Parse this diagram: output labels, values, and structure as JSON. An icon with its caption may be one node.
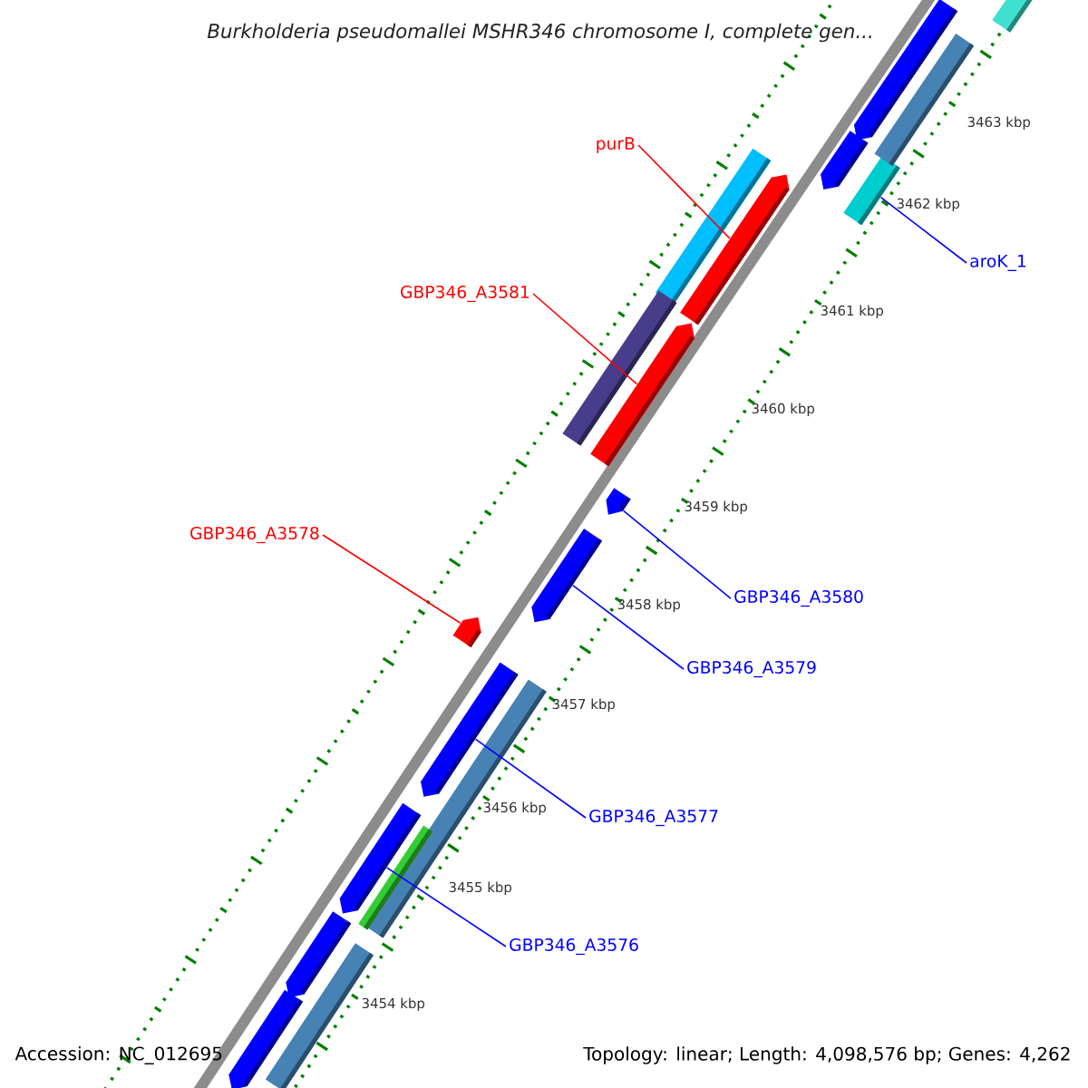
{
  "diagram": {
    "title": "Burkholderia pseudomallei MSHR346 chromosome I, complete gen...",
    "nodes": [
      {
        "text": [
          "purB"
        ]
      },
      {
        "text": [
          "GBP346_A3581"
        ]
      },
      {
        "text": [
          "GBP346_A3578"
        ]
      },
      {
        "text": [
          "aroK_1"
        ]
      },
      {
        "text": [
          "GBP346_A3580"
        ]
      },
      {
        "text": [
          "GBP346_A3579"
        ]
      },
      {
        "text": [
          "GBP346_A3577"
        ]
      },
      {
        "text": [
          "GBP346_A3576"
        ]
      },
      {
        "text": [],
        "shape": "pentagon"
      },
      {
        "text": [],
        "shape": "pentagon"
      },
      {
        "text": [],
        "shape": "pentagon"
      },
      {
        "text": [],
        "shape": "bar"
      },
      {
        "text": [],
        "shape": "pentagon"
      },
      {
        "text": [],
        "shape": "pentagon"
      },
      {
        "text": [],
        "shape": "pentagon"
      },
      {
        "text": [],
        "shape": "pentagon"
      },
      {
        "text": [],
        "shape": "bar"
      },
      {
        "text": [],
        "shape": "bar"
      },
      {
        "text": [],
        "shape": "bar"
      },
      {
        "text": [],
        "shape": "bar"
      },
      {
        "text": [],
        "shape": "bar"
      },
      {
        "text": [],
        "shape": "pentagon"
      },
      {
        "text": [],
        "shape": "pentagon"
      },
      {
        "text": [],
        "shape": "pentagon"
      },
      {
        "text": [],
        "shape": "pentagon"
      },
      {
        "text": [],
        "shape": "bar"
      },
      {
        "text": [],
        "shape": "bar"
      }
    ],
    "edges": [
      {
        "from": 0,
        "to": 8,
        "arrow": "none",
        "color": "#ff0000"
      },
      {
        "from": 1,
        "to": 9,
        "arrow": "none",
        "color": "#ff0000"
      },
      {
        "from": 2,
        "to": 10,
        "arrow": "none",
        "color": "#ff0000"
      },
      {
        "from": 3,
        "to": 11,
        "arrow": "none"
      },
      {
        "from": 4,
        "to": 12,
        "arrow": "none"
      },
      {
        "from": 5,
        "to": 13,
        "arrow": "none"
      },
      {
        "from": 6,
        "to": 14,
        "arrow": "none"
      },
      {
        "from": 7,
        "to": 15,
        "arrow": "none"
      }
    ],
    "labels": [
      "3463 kbp",
      "3462 kbp",
      "3461 kbp",
      "3460 kbp",
      "3459 kbp",
      "3458 kbp",
      "3457 kbp",
      "3456 kbp",
      "3455 kbp",
      "3454 kbp",
      "Accession: NC_012695",
      "Topology: linear; Length: 4,098,576 bp; Genes: 4,262"
    ]
  }
}
